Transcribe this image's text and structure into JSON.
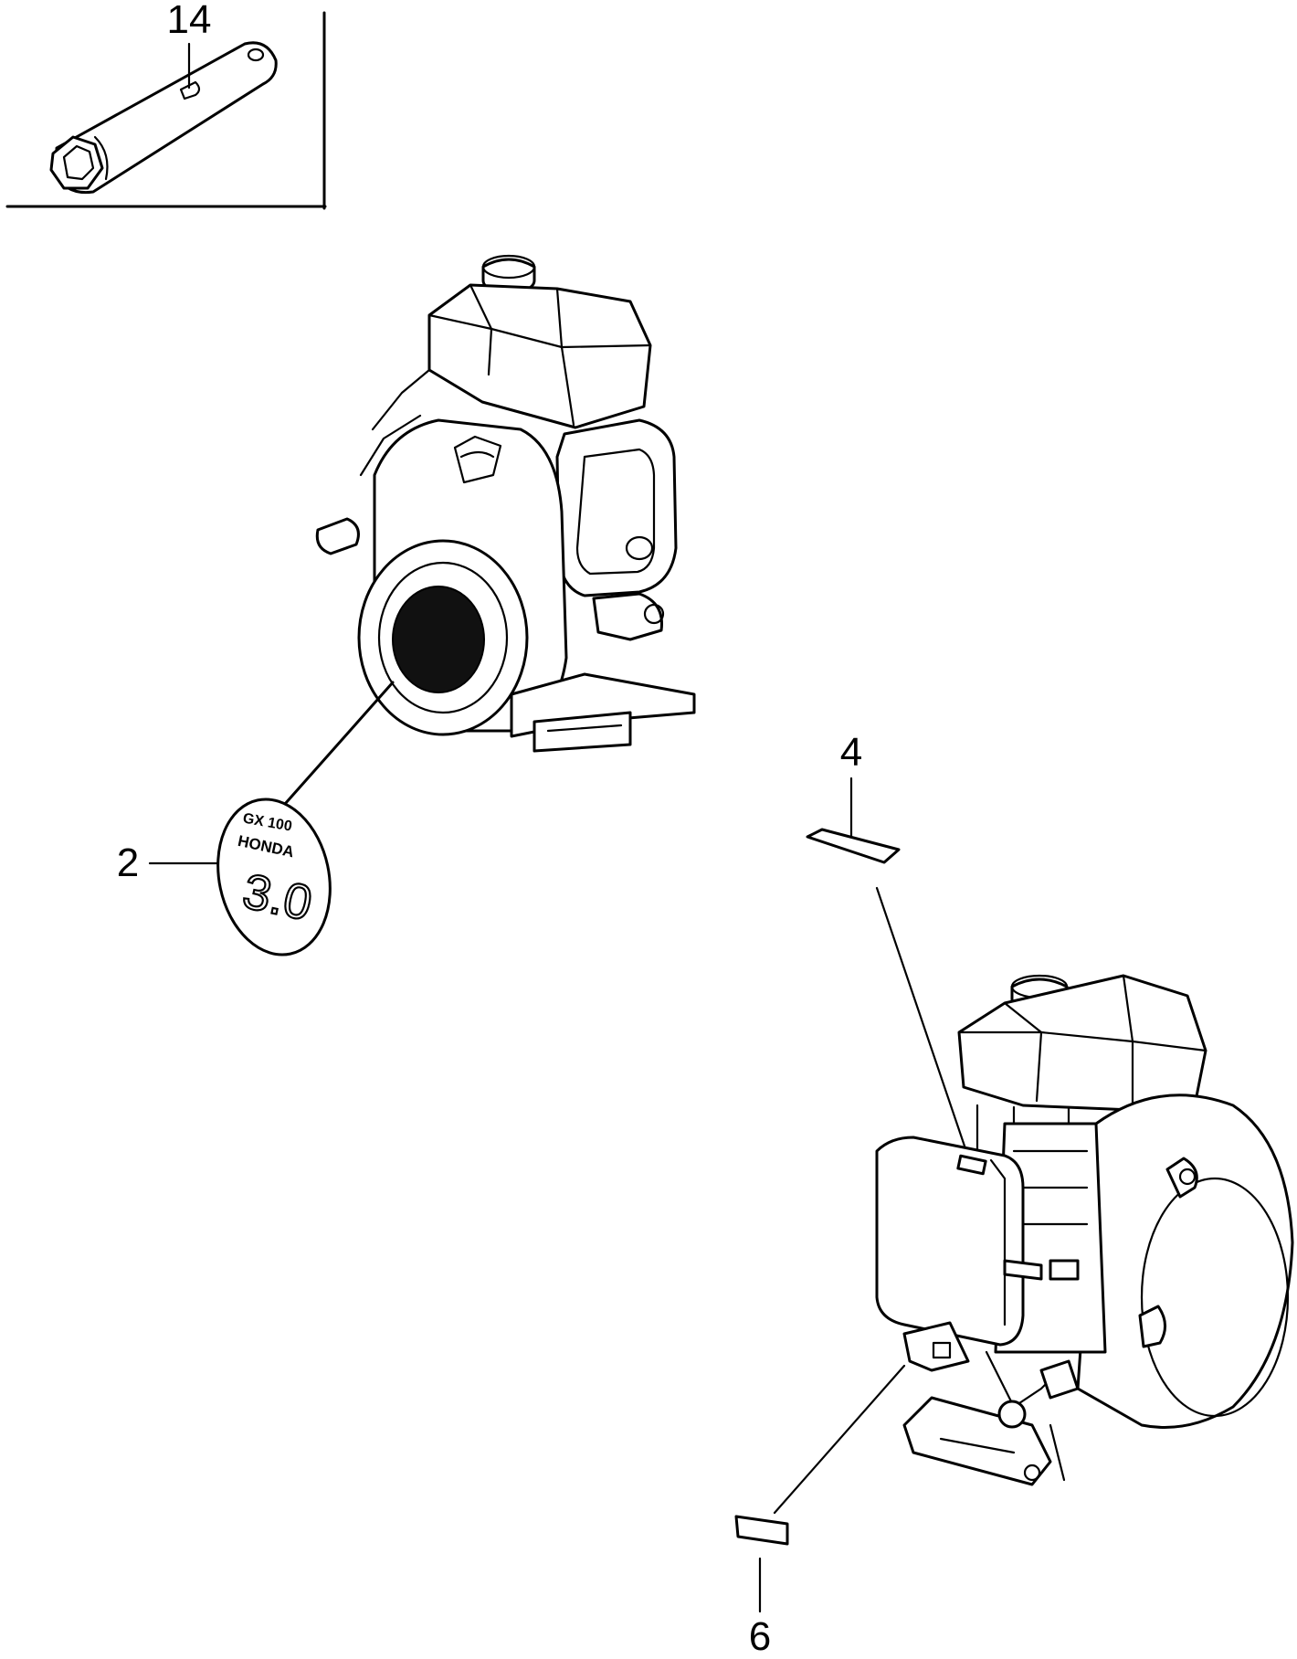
{
  "callouts": {
    "part_14": "14",
    "part_2": "2",
    "part_4": "4",
    "part_6": "6"
  },
  "emblem": {
    "model": "GX 100",
    "brand": "HONDA",
    "displacement": "3.0"
  },
  "colors": {
    "line": "#000000",
    "background": "#ffffff"
  }
}
